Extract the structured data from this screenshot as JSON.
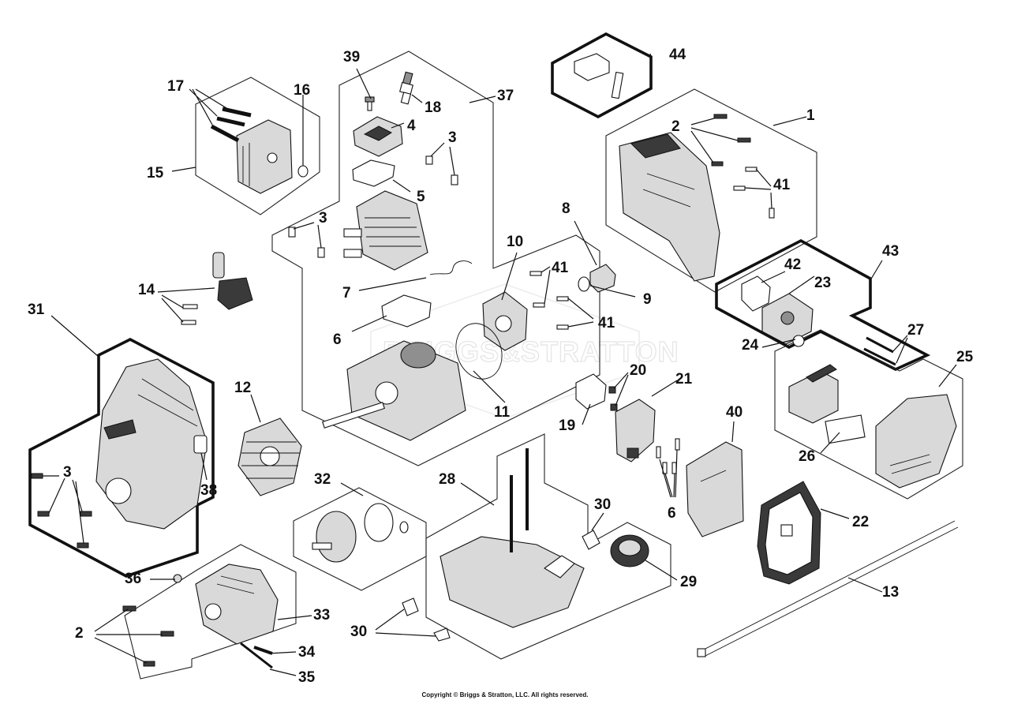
{
  "diagram": {
    "watermark_text": "BRIGGS&STRATTON",
    "copyright": "Copyright © Briggs & Stratton, LLC. All rights reserved.",
    "callouts": {
      "c1": "1",
      "c2a": "2",
      "c2b": "2",
      "c3a": "3",
      "c3b": "3",
      "c3c": "3",
      "c4": "4",
      "c5": "5",
      "c6a": "6",
      "c6b": "6",
      "c7": "7",
      "c8": "8",
      "c9": "9",
      "c10": "10",
      "c11": "11",
      "c12": "12",
      "c13": "13",
      "c14": "14",
      "c15": "15",
      "c16": "16",
      "c17": "17",
      "c18": "18",
      "c19": "19",
      "c20": "20",
      "c21": "21",
      "c22": "22",
      "c23": "23",
      "c24": "24",
      "c25": "25",
      "c26": "26",
      "c27": "27",
      "c28": "28",
      "c29": "29",
      "c30a": "30",
      "c30b": "30",
      "c31": "31",
      "c32": "32",
      "c33": "33",
      "c34": "34",
      "c35": "35",
      "c36": "36",
      "c37": "37",
      "c38": "38",
      "c39": "39",
      "c40": "40",
      "c41a": "41",
      "c41b": "41",
      "c41c": "41",
      "c42": "42",
      "c43": "43",
      "c44": "44"
    }
  }
}
